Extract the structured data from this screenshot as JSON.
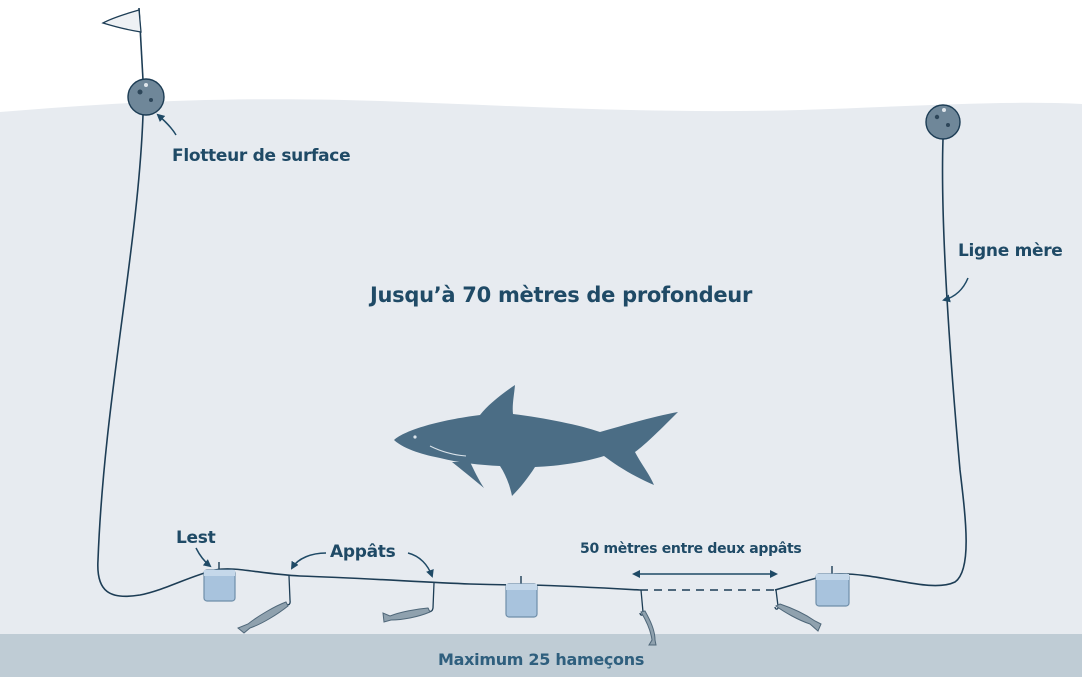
{
  "labels": {
    "surface_float": "Flotteur de surface",
    "main_line": "Ligne mère",
    "depth": "Jusqu’à 70 mètres de profondeur",
    "weight": "Lest",
    "baits": "Appâts",
    "spacing": "50 mètres entre deux appâts",
    "hooks": "Maximum 25 hameçons"
  },
  "colors": {
    "sky": "#ffffff",
    "water": "#e7ebf0",
    "seabed": "#bfccd5",
    "text": "#1f4a66",
    "shark": "#4b6d85",
    "line": "#1d3d55",
    "weight_block": "#a8c3dd",
    "float": "#6f8799",
    "bait_fish": "#8fa1ae"
  },
  "icons": {
    "flag": "flag-icon",
    "float": "buoy-icon",
    "weight": "weight-block-icon",
    "bait": "bait-fish-icon",
    "animal": "shark-icon"
  }
}
